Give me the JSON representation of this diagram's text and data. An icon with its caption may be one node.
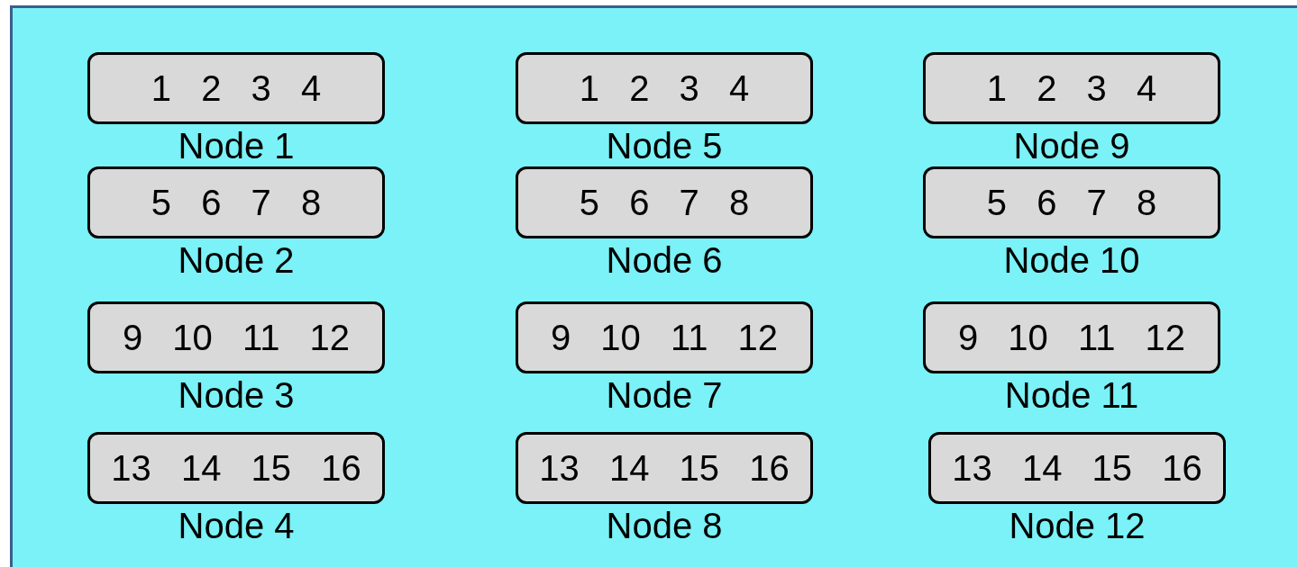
{
  "diagram": {
    "nodes": [
      {
        "text": [
          "1 2 3 4"
        ],
        "beside": [
          "Node 1"
        ]
      },
      {
        "text": [
          "5 6 7 8"
        ],
        "beside": [
          "Node 2"
        ]
      },
      {
        "text": [
          "9 10 11 12"
        ],
        "beside": [
          "Node 3"
        ]
      },
      {
        "text": [
          "13 14 15 16"
        ],
        "beside": [
          "Node 4"
        ]
      },
      {
        "text": [
          "1 2 3 4"
        ],
        "beside": [
          "Node 5"
        ]
      },
      {
        "text": [
          "5 6 7 8"
        ],
        "beside": [
          "Node 6"
        ]
      },
      {
        "text": [
          "9 10 11 12"
        ],
        "beside": [
          "Node 7"
        ]
      },
      {
        "text": [
          "13 14 15 16"
        ],
        "beside": [
          "Node 8"
        ]
      },
      {
        "text": [
          "1 2 3 4"
        ],
        "beside": [
          "Node 9"
        ]
      },
      {
        "text": [
          "5 6 7 8"
        ],
        "beside": [
          "Node 10"
        ]
      },
      {
        "text": [
          "9 10 11 12"
        ],
        "beside": [
          "Node 11"
        ]
      },
      {
        "text": [
          "13 14 15 16"
        ],
        "beside": [
          "Node 12"
        ]
      }
    ]
  }
}
